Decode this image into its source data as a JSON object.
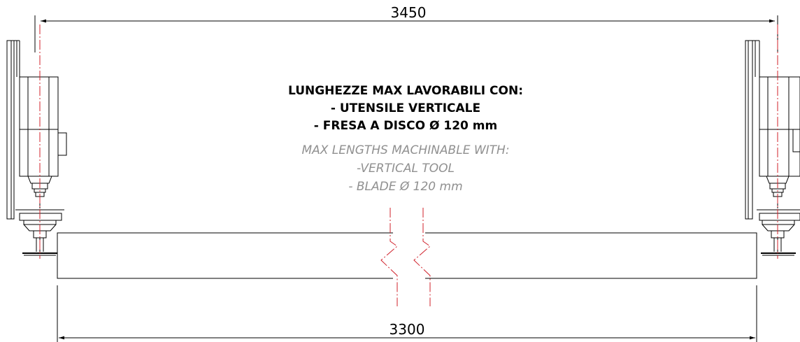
{
  "dimensions": {
    "top": "3450",
    "bottom": "3300"
  },
  "note_it": [
    "LUNGHEZZE MAX LAVORABILI CON:",
    "- UTENSILE VERTICALE",
    "- FRESA A DISCO Ø 120 mm"
  ],
  "note_en": [
    "MAX LENGTHS MACHINABLE WITH:",
    "-VERTICAL TOOL",
    "- BLADE Ø 120 mm"
  ],
  "colors": {
    "line": "#000000",
    "centerline": "#d0202a",
    "english_text": "#909090"
  }
}
